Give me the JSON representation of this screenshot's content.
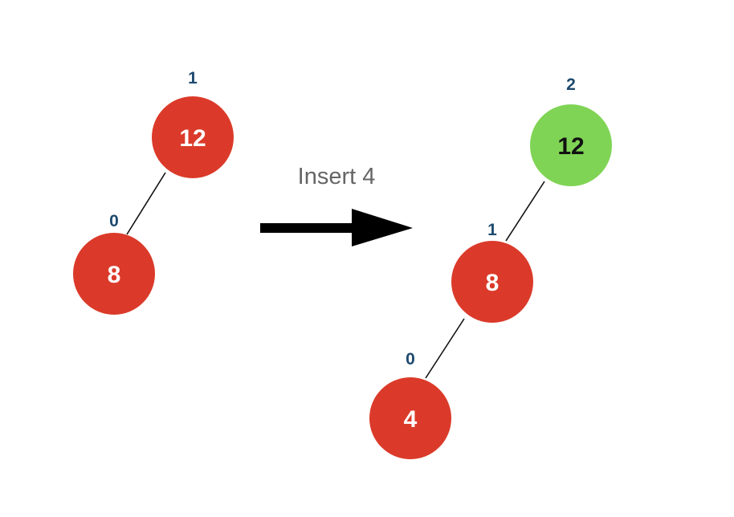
{
  "caption": "Insert 4",
  "colors": {
    "node_default": "#db3a2a",
    "node_highlight": "#7fd455",
    "text_on_default": "#ffffff",
    "text_on_highlight": "#111111",
    "height_label": "#1e4a6e",
    "caption": "#666666",
    "edge": "#111111",
    "arrow": "#000000"
  },
  "before_tree": {
    "nodes": [
      {
        "value": "12",
        "height": "1",
        "highlighted": false
      },
      {
        "value": "8",
        "height": "0",
        "highlighted": false
      }
    ]
  },
  "after_tree": {
    "nodes": [
      {
        "value": "12",
        "height": "2",
        "highlighted": true
      },
      {
        "value": "8",
        "height": "1",
        "highlighted": false
      },
      {
        "value": "4",
        "height": "0",
        "highlighted": false
      }
    ]
  }
}
